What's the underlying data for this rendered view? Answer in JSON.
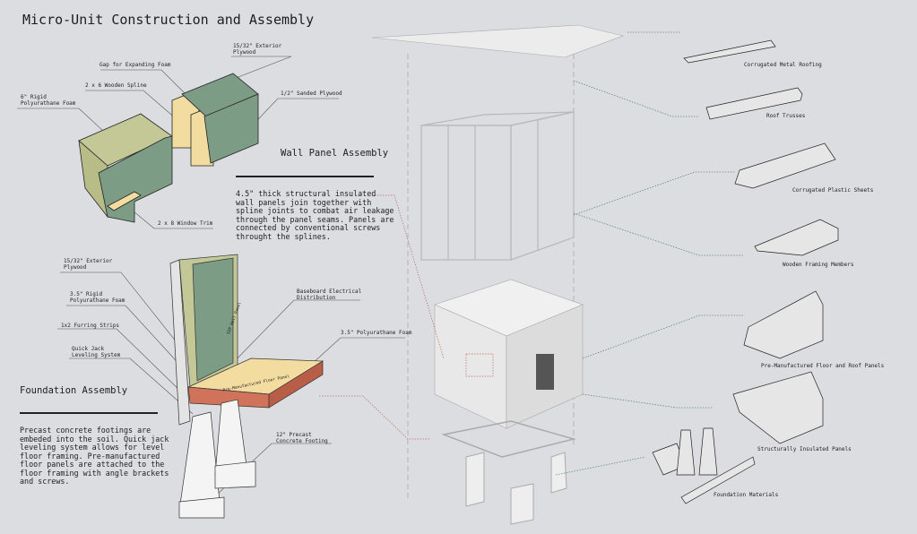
{
  "title": "Micro-Unit Construction and Assembly",
  "wall_panel": {
    "heading": "Wall Panel Assembly",
    "description": "4.5\" thick structural insulated\nwall panels join together with\nspline joints to combat air leakage\nthrough the panel seams. Panels are\nconnected by conventional screws\nthrought the splines.",
    "labels": {
      "exterior_plywood": "15/32\" Exterior\nPlywood",
      "gap_foam": "Gap for Expanding Foam",
      "spline": "2 x 6 Wooden Spline",
      "rigid_foam": "6\" Rigid\nPolyurathane Foam",
      "sanded_plywood": "1/2\" Sanded Plywood",
      "window_trim": "2 x 8 Window Trim"
    }
  },
  "foundation": {
    "heading": "Foundation Assembly",
    "description": "Precast concrete footings are\nembeded into the soil. Quick jack\nleveling system allows for level\nfloor framing. Pre-manufactured\nfloor panels are attached to the\nfloor framing with angle brackets\nand screws.",
    "labels": {
      "exterior_plywood": "15/32\" Exterior\nPlywood",
      "rigid_foam": "3.5\" Rigid\nPolyurathane Foam",
      "furring": "1x2 Furring Strips",
      "quick_jack": "Quick Jack\nLeveling System",
      "baseboard": "Baseboard Electrical\nDistribution",
      "poly_foam": "3.5\" Polyurathane Foam",
      "footing": "12\" Precast\nConcrete Footing",
      "sip_panel_text": "SIP Wall Panel",
      "floor_panel_text": "Pre-Manufactured Floor Panel"
    }
  },
  "materials": [
    {
      "label": "Corrugated Metal Roofing"
    },
    {
      "label": "Roof Trusses"
    },
    {
      "label": "Corrugated Plastic Sheets"
    },
    {
      "label": "Wooden Framing Members"
    },
    {
      "label": "Pre-Manufactured Floor and Roof Panels"
    },
    {
      "label": "Structurally Insulated Panels"
    },
    {
      "label": "Foundation Materials"
    }
  ],
  "colors": {
    "background": "#dcdde1",
    "sip_green": "#7c9c86",
    "foam_green": "#c3c896",
    "plywood": "#f2dca0",
    "floor_frame": "#d0735a",
    "leader_teal": "#5e8c7e",
    "leader_red": "#b86a6a"
  }
}
